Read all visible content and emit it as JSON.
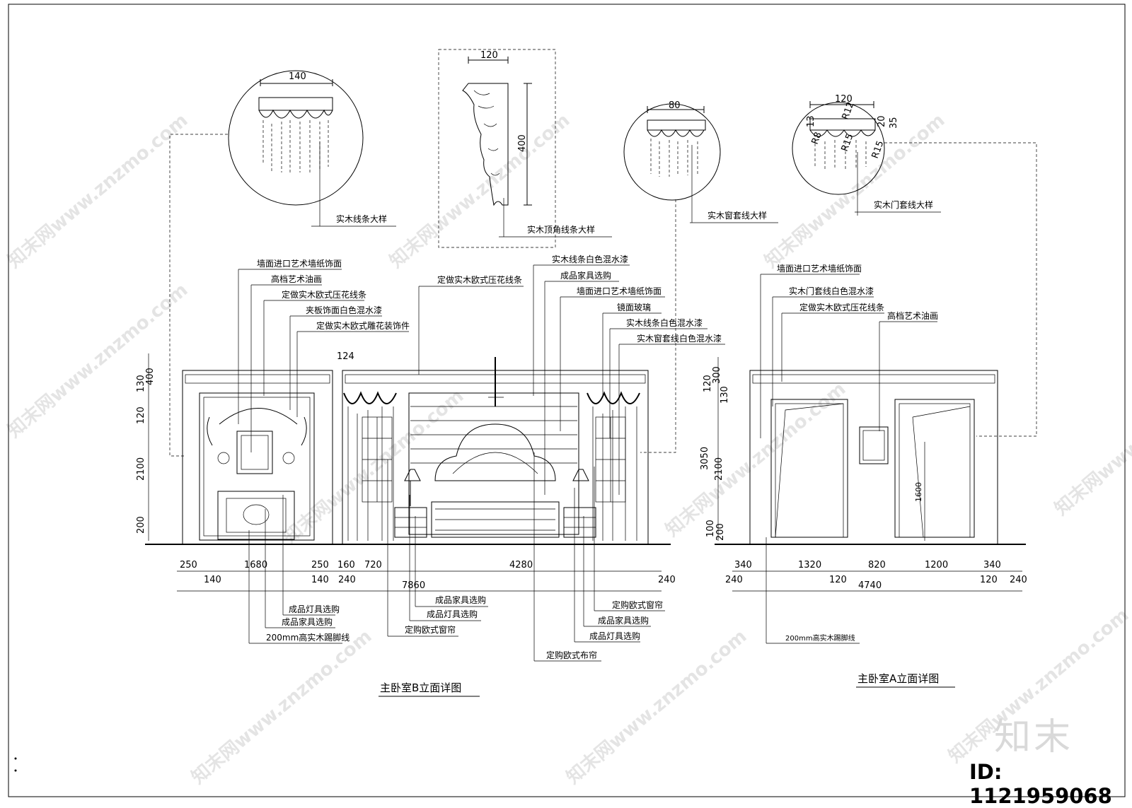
{
  "details": {
    "d1": {
      "dim": "140",
      "label": "实木线条大样"
    },
    "d2": {
      "dim_w": "120",
      "dim_h": "400",
      "label": "实木顶角线条大样"
    },
    "d3": {
      "dim": "80",
      "label": "实木窗套线大样"
    },
    "d4": {
      "dim_w": "120",
      "r1": "R8",
      "r2": "R12",
      "r3": "R15",
      "r4": "R15",
      "d13": "13",
      "d20": "20",
      "d35": "35",
      "label": "实木门套线大样"
    }
  },
  "elevation_b": {
    "title": "主卧室B立面详图",
    "callouts_top_left": [
      "墙面进口艺术墙纸饰面",
      "高档艺术油画",
      "定做实木欧式压花线条",
      "夹板饰面白色混水漆",
      "定做实木欧式雕花装饰件"
    ],
    "callouts_top_right": [
      "实木线条白色混水漆",
      "成品家具选购",
      "墙面进口艺术墙纸饰面",
      "镜面玻璃",
      "实木线条白色混水漆",
      "实木窗套线白色混水漆"
    ],
    "callout_top_center": "定做实木欧式压花线条",
    "callouts_bottom_left": [
      "成品灯具选购",
      "成品家具选购",
      "200mm高实木踢脚线"
    ],
    "callouts_bottom_center": [
      "成品家具选购",
      "成品灯具选购",
      "定购欧式窗帘",
      "定购欧式布帘"
    ],
    "callouts_bottom_right": [
      "定购欧式窗帘",
      "成品家具选购",
      "成品灯具选购"
    ],
    "dims_left": [
      "130",
      "400",
      "120",
      "2100",
      "200"
    ],
    "dim_124": "124",
    "dims_row1": [
      "250",
      "1680",
      "250",
      "160",
      "720",
      "4280"
    ],
    "dims_row2": [
      "140",
      "140",
      "240",
      "240"
    ],
    "dim_total": "7860"
  },
  "elevation_a": {
    "title": "主卧室A立面详图",
    "callouts": [
      "墙面进口艺术墙纸饰面",
      "实木门套线白色混水漆",
      "定做实木欧式压花线条",
      "高档艺术油画"
    ],
    "callout_bottom": "200mm高实木踢脚线",
    "dims_left": [
      "120",
      "300",
      "130",
      "3050",
      "2100",
      "100",
      "200"
    ],
    "dim_1600": "1600",
    "dims_row1": [
      "340",
      "1320",
      "820",
      "1200",
      "340"
    ],
    "dims_row2": [
      "240",
      "120",
      "120",
      "240"
    ],
    "dim_total": "4740"
  },
  "watermark": {
    "text": "知末网www.znzmo.com"
  },
  "brand": {
    "logo": "知末",
    "id": "ID: 1121959068"
  }
}
